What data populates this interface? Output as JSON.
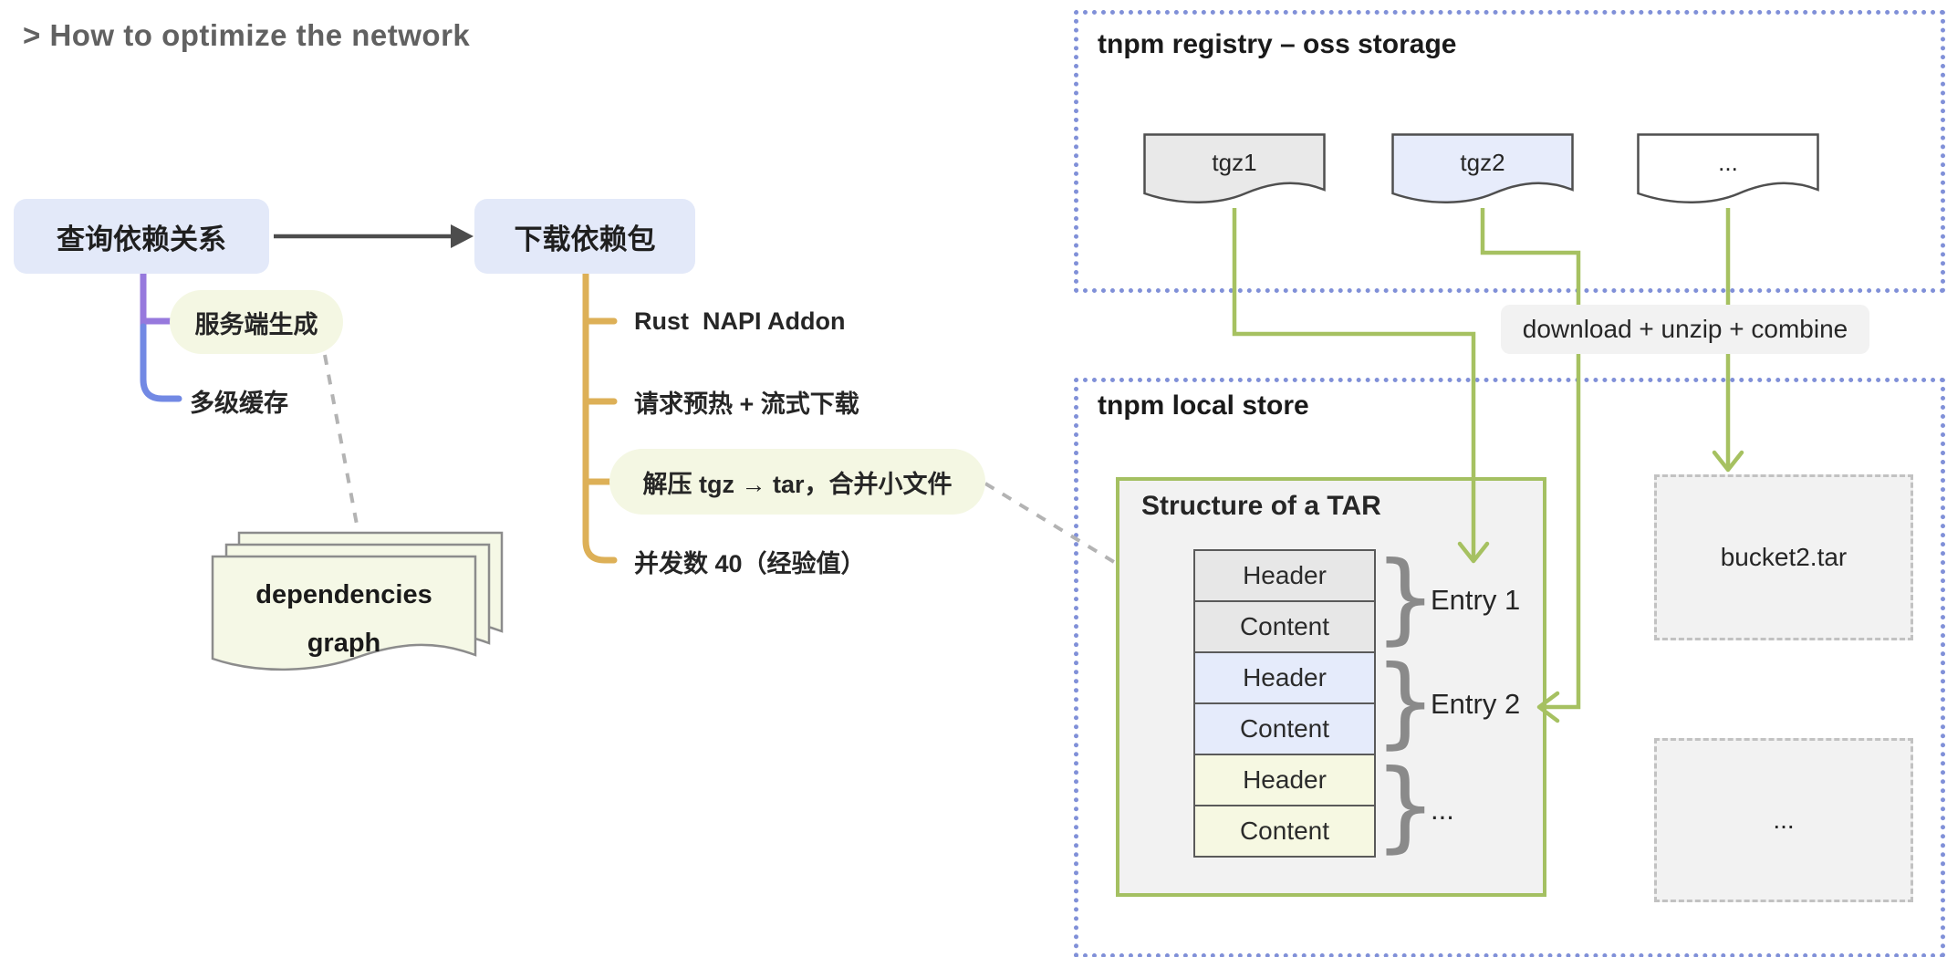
{
  "page": {
    "title": "> How to optimize the network"
  },
  "mindmap": {
    "node1": "查询依赖关系",
    "node2": "下载依赖包",
    "node1_children": {
      "server_gen": "服务端生成",
      "multi_cache": "多级缓存"
    },
    "node2_children": {
      "rust": "Rust  NAPI Addon",
      "preheat": "请求预热 + 流式下载",
      "unzip": "解压 tgz → tar，合并小文件",
      "concurrency": "并发数 40（经验值）"
    },
    "doc_stack": {
      "line1": "dependencies",
      "line2": "graph"
    }
  },
  "registry": {
    "title": "tnpm registry – oss storage",
    "docs": {
      "doc1": "tgz1",
      "doc2": "tgz2",
      "doc3": "..."
    }
  },
  "transfer": {
    "label": "download + unzip + combine"
  },
  "local_store": {
    "title": "tnpm local store",
    "tar": {
      "title": "Structure of a TAR",
      "rows": [
        "Header",
        "Content",
        "Header",
        "Content",
        "Header",
        "Content"
      ],
      "entries": [
        "Entry 1",
        "Entry 2",
        "..."
      ],
      "brace": "}"
    },
    "buckets": {
      "bucket1": "bucket2.tar",
      "bucket2": "..."
    }
  },
  "colors": {
    "node_fill": "#e3e9f9",
    "pill_fill": "#f4f7e3",
    "branch_purple": "#9779dd",
    "branch_blue": "#7289e4",
    "branch_gold": "#ddb057",
    "connector_green": "#a6c161",
    "zone_border_blue": "#8090d8",
    "cell_gray": "#e7e7e7",
    "cell_blue": "#e5ebfb",
    "cell_ivory": "#f6f8e2",
    "arrow_dark": "#4d4d4d"
  }
}
